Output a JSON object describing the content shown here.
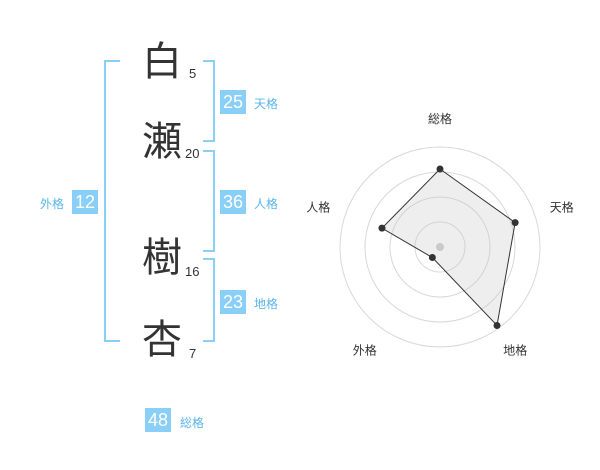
{
  "name": {
    "chars": [
      {
        "char": "白",
        "strokes": "5"
      },
      {
        "char": "瀬",
        "strokes": "20"
      },
      {
        "char": "樹",
        "strokes": "16"
      },
      {
        "char": "杏",
        "strokes": "7"
      }
    ]
  },
  "kaku": {
    "tenkaku": {
      "value": "25",
      "label": "天格"
    },
    "jinkaku": {
      "value": "36",
      "label": "人格"
    },
    "chikaku": {
      "value": "23",
      "label": "地格"
    },
    "gaikaku": {
      "value": "12",
      "label": "外格"
    },
    "soukaku": {
      "value": "48",
      "label": "総格"
    }
  },
  "colors": {
    "accent": "#89CFF7",
    "accent_text": "#5BB4EA",
    "text": "#333333"
  },
  "chart_data": {
    "type": "radar",
    "axes": [
      "総格",
      "天格",
      "地格",
      "外格",
      "人格"
    ],
    "values": [
      0.78,
      0.79,
      0.97,
      0.13,
      0.61
    ],
    "range": [
      0,
      1
    ],
    "rings": 4,
    "grid": true
  }
}
